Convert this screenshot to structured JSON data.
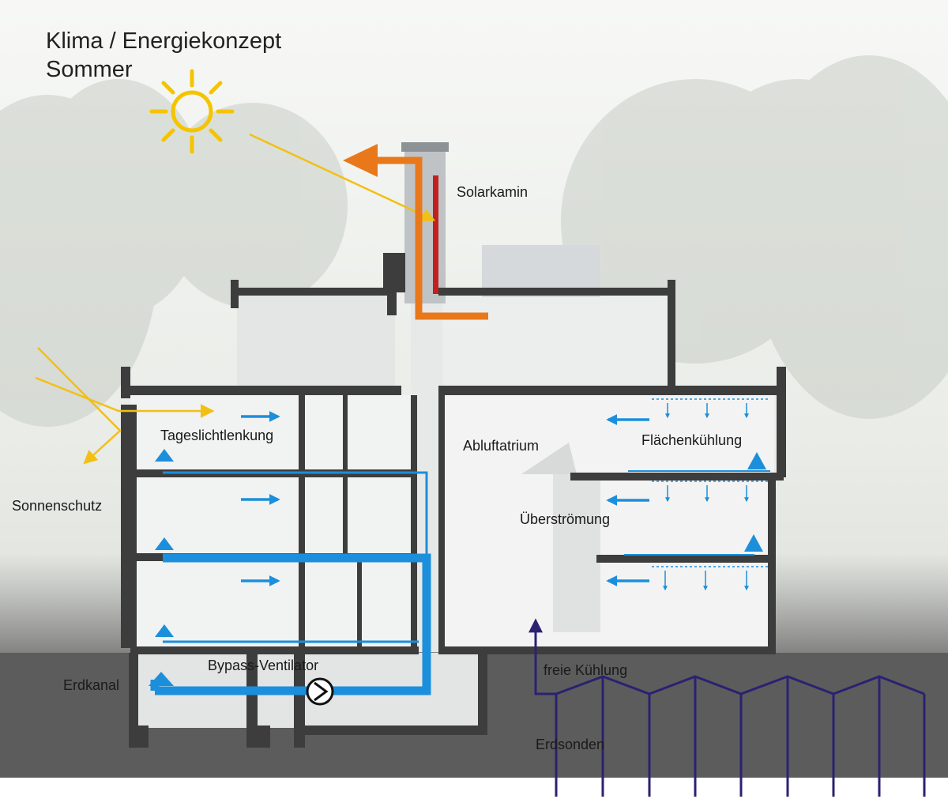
{
  "title": {
    "line1": "Klima / Energiekonzept",
    "line2": "Sommer"
  },
  "labels": {
    "solarkamin": "Solarkamin",
    "tageslichtlenkung": "Tageslichtlenkung",
    "sonnenschutz": "Sonnenschutz",
    "abluftatrium": "Abluftatrium",
    "flaechenkuehlung": "Flächenkühlung",
    "ueberstroemung": "Überströmung",
    "bypass_ventilator": "Bypass-Ventilator",
    "erdkanal": "Erdkanal",
    "freie_kuehlung": "freie Kühlung",
    "erdsonden": "Erdsonden"
  },
  "colors": {
    "sun": "#f5c400",
    "sun_ray": "#f2bf16",
    "exhaust": "#e8781a",
    "solar_absorber": "#c2201e",
    "supply_air": "#1b8fdc",
    "ground_probe": "#2a2270",
    "wall": "#3d3d3d",
    "ground": "#5c5c5c",
    "sky": "#eef1ec"
  },
  "icons": [
    "sun-icon",
    "fan-icon"
  ]
}
